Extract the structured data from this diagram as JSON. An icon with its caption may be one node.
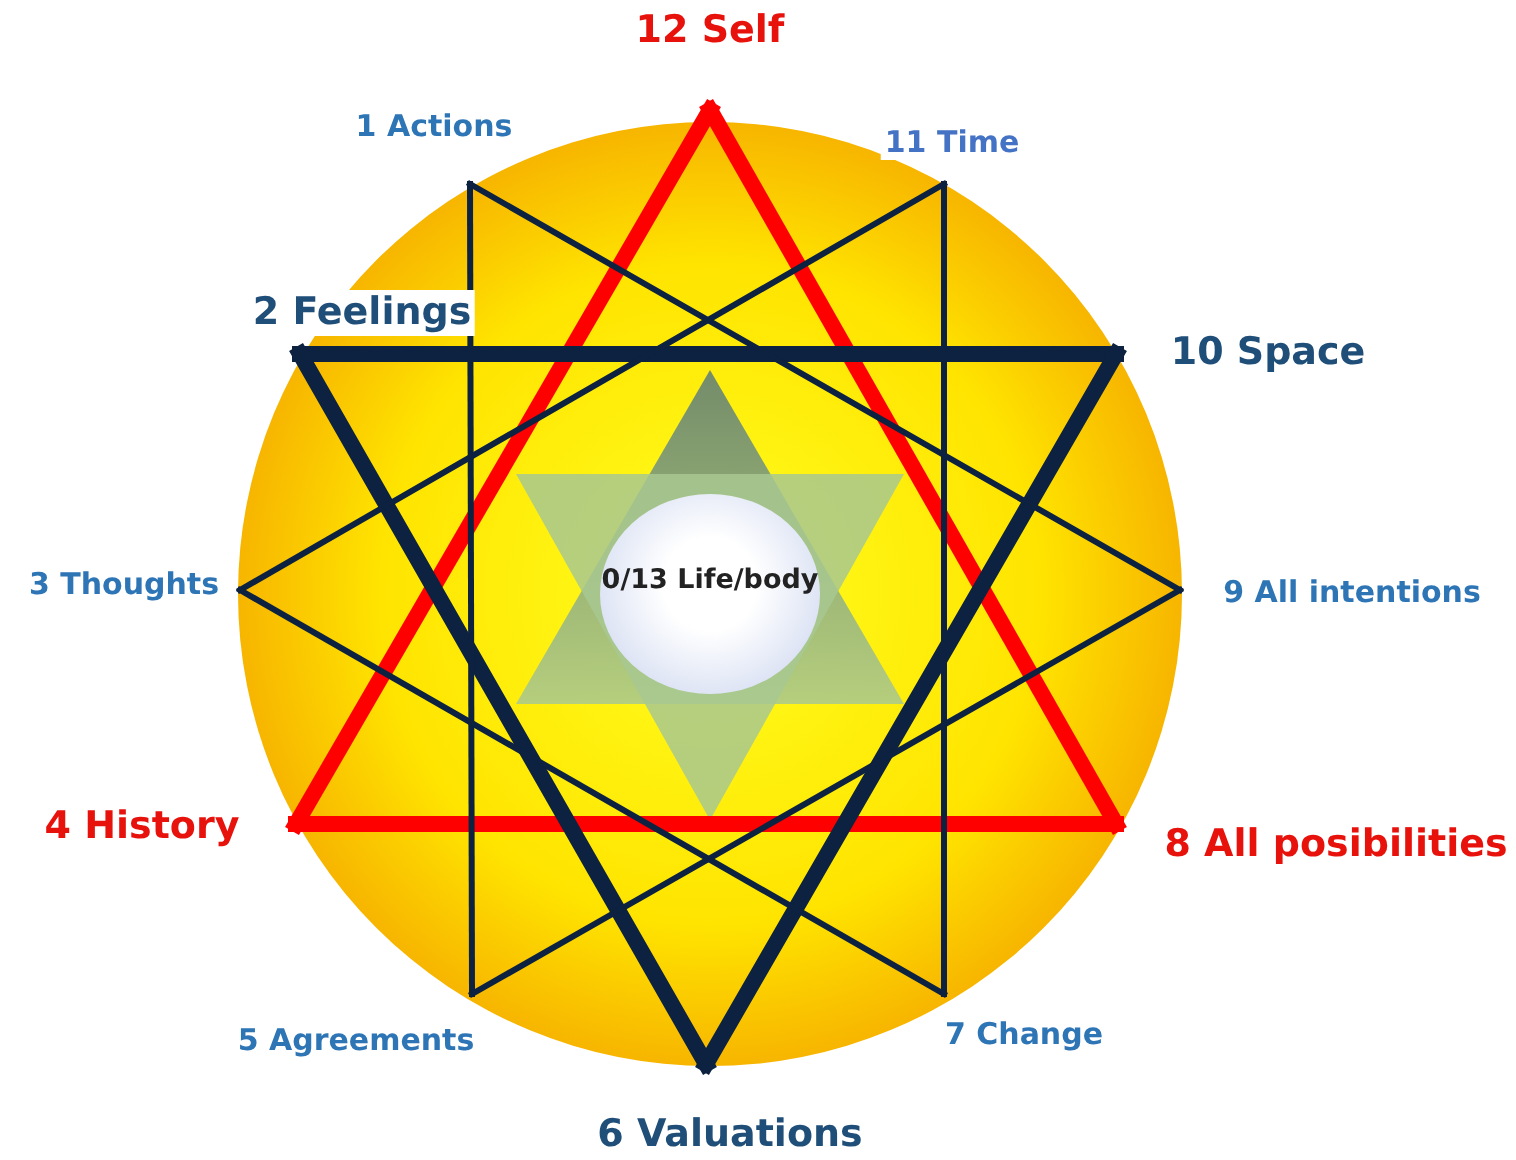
{
  "diagram": {
    "nodes": [
      {
        "text": [
          "12 Self"
        ]
      },
      {
        "text": [
          "1 Actions"
        ]
      },
      {
        "text": [
          "11 Time"
        ]
      },
      {
        "text": [
          "2 Feelings"
        ]
      },
      {
        "text": [
          "10 Space"
        ]
      },
      {
        "text": [
          "3 Thoughts"
        ]
      },
      {
        "text": [
          "0/13 Life/body"
        ]
      },
      {
        "text": [
          "9 All intentions"
        ]
      },
      {
        "text": [
          "4 History"
        ]
      },
      {
        "text": [
          "8 All posibilities"
        ]
      },
      {
        "text": [
          "5 Agreements"
        ]
      },
      {
        "text": [
          "7 Change"
        ]
      },
      {
        "text": [
          "6 Valuations"
        ]
      }
    ],
    "edges": [
      {
        "from": 0,
        "to": 8,
        "arrow": "none",
        "style": "thick",
        "color": "#ff0000"
      },
      {
        "from": 8,
        "to": 9,
        "arrow": "none",
        "style": "thick",
        "color": "#ff0000"
      },
      {
        "from": 9,
        "to": 0,
        "arrow": "none",
        "style": "thick",
        "color": "#ff0000"
      },
      {
        "from": 3,
        "to": 4,
        "arrow": "none",
        "style": "thick"
      },
      {
        "from": 4,
        "to": 12,
        "arrow": "none",
        "style": "thick"
      },
      {
        "from": 12,
        "to": 3,
        "arrow": "none",
        "style": "thick"
      },
      {
        "from": 1,
        "to": 10,
        "arrow": "none"
      },
      {
        "from": 1,
        "to": 7,
        "arrow": "none"
      },
      {
        "from": 7,
        "to": 10,
        "arrow": "none"
      },
      {
        "from": 2,
        "to": 11,
        "arrow": "none"
      },
      {
        "from": 2,
        "to": 5,
        "arrow": "none"
      },
      {
        "from": 5,
        "to": 11,
        "arrow": "none"
      }
    ]
  }
}
